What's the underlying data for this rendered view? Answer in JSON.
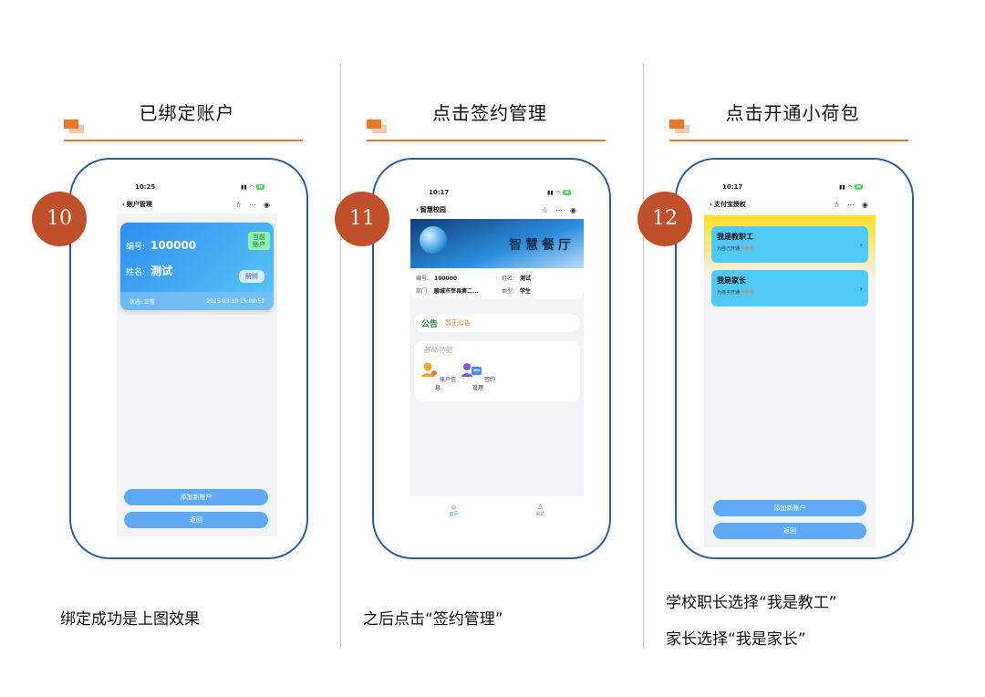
{
  "panels": [
    {
      "title": "已绑定账户",
      "step": "10",
      "caption_lines": [
        "绑定成功是上图效果"
      ],
      "screen": {
        "time": "10:25",
        "nav_title": "账户管理",
        "card": {
          "id_label": "编号:",
          "id_value": "100000",
          "name_label": "姓名:",
          "name_value": "测试",
          "badge": "当前账户",
          "unbind": "解绑",
          "status": "状态: 正常",
          "timestamp": "2025-03-30 15:08:52"
        },
        "add_button": "添加新账户",
        "back_button": "返回"
      }
    },
    {
      "title": "点击签约管理",
      "step": "11",
      "caption_lines": [
        "之后点击“签约管理”"
      ],
      "screen": {
        "time": "10:17",
        "nav_title": "智慧校园",
        "banner_title": "智慧餐厅",
        "info": {
          "id_label": "编号:",
          "id_value": "100000",
          "name_label": "姓名:",
          "name_value": "测试",
          "dept_label": "部门:",
          "dept_value": "聊城市莘县第二...",
          "type_label": "类型:",
          "type_value": "学生"
        },
        "notice_tag": "公告",
        "notice_text": "暂无公告",
        "func_title": "基础功能",
        "func_items": [
          "账户信息",
          "签约管理"
        ],
        "tabs": [
          "首页",
          "我的"
        ]
      }
    },
    {
      "title": "点击开通小荷包",
      "step": "12",
      "caption_lines": [
        "学校职长选择“我是教工”",
        "家长选择“我是家长”"
      ],
      "screen": {
        "time": "10:17",
        "nav_title": "支付宝授权",
        "roles": [
          {
            "title": "我是教职工",
            "sub_prefix": "为自己开通",
            "sub_highlight": "小荷包"
          },
          {
            "title": "我是家长",
            "sub_prefix": "为孩子开通",
            "sub_highlight": "小荷包"
          }
        ],
        "add_button": "添加新账户",
        "back_button": "返回"
      }
    }
  ],
  "colors": {
    "accent_orange": "#e8772e",
    "badge_red": "#c0502a",
    "phone_frame": "#2d5e93",
    "button_blue": "#5eaaf7",
    "yellow": "#f9e02c",
    "role_card": "#52c8f5"
  },
  "icons": [
    "back-chevron-icon",
    "star-icon",
    "more-icon",
    "target-icon",
    "signal-icon",
    "wifi-icon",
    "battery-icon",
    "home-icon",
    "user-icon",
    "chevron-right-icon"
  ]
}
